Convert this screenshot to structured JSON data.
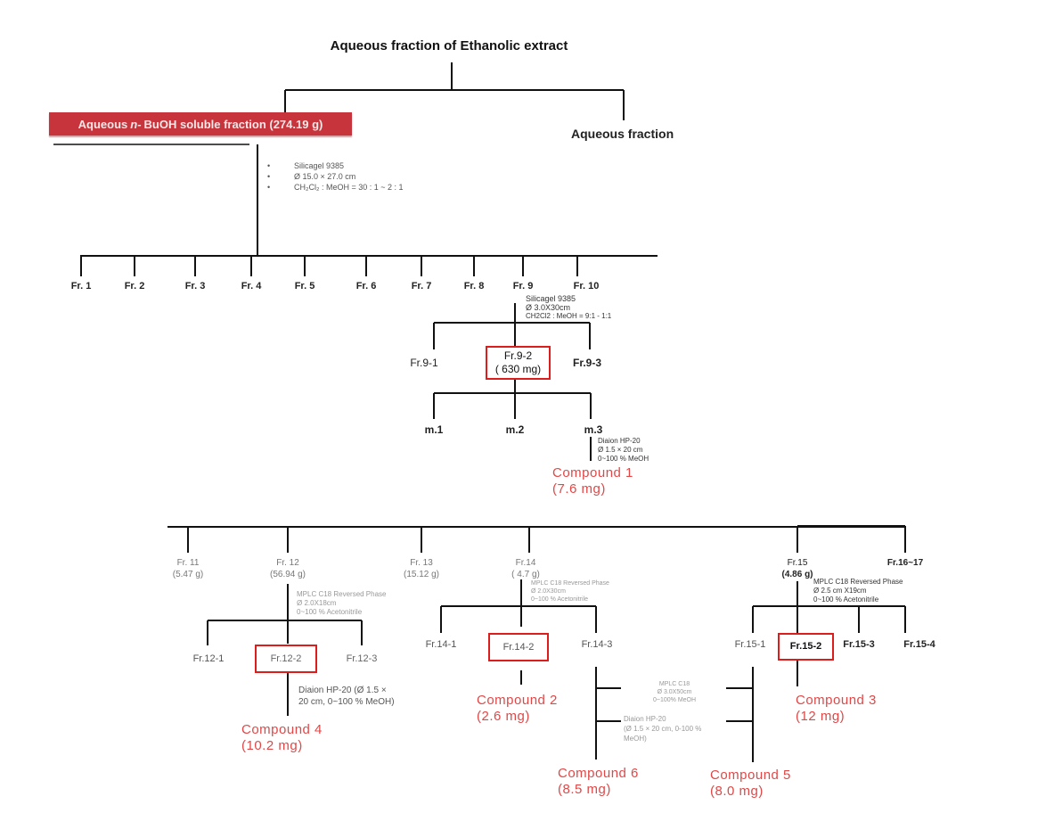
{
  "root": {
    "title": "Aqueous fraction  of Ethanolic extract"
  },
  "level1": {
    "butanol": {
      "prefix": "Aqueous",
      "italic": "n-",
      "suffix": "BuOH soluble fraction  (274.19 g)"
    },
    "aqueous": "Aqueous fraction"
  },
  "column1": {
    "steps": [
      "Silicagel 9385",
      "Ø 15.0 × 27.0 cm",
      "CH₂Cl₂ : MeOH = 30 : 1 ~ 2 : 1"
    ]
  },
  "fractions_top": [
    "Fr. 1",
    "Fr. 2",
    "Fr. 3",
    "Fr. 4",
    "Fr. 5",
    "Fr. 6",
    "Fr. 7",
    "Fr. 8",
    "Fr. 9",
    "Fr. 10"
  ],
  "fr9": {
    "conditions": [
      "Silicagel  9385",
      "Ø 3.0X30cm",
      "CH2Cl2 : MeOH = 9:1 - 1:1"
    ],
    "children": [
      "Fr.9-1",
      "Fr.9-2",
      "Fr.9-3"
    ],
    "highlight_mass": "( 630  mg)",
    "sub": [
      "m.1",
      "m.2",
      "m.3"
    ],
    "m3_conditions": [
      "Diaion  HP-20",
      "Ø 1.5 × 20 cm",
      "0~100 % MeOH"
    ]
  },
  "compounds": {
    "c1": {
      "name": "Compound 1",
      "mass": "(7.6 mg)"
    },
    "c2": {
      "name": "Compound  2",
      "mass": "(2.6 mg)"
    },
    "c3": {
      "name": "Compound  3",
      "mass": "(12 mg)"
    },
    "c4": {
      "name": "Compound  4",
      "mass": "(10.2 mg)"
    },
    "c5": {
      "name": "Compound  5",
      "mass": "(8.0 mg)"
    },
    "c6": {
      "name": "Compound  6",
      "mass": "(8.5 mg)"
    }
  },
  "fractions_bottom": [
    {
      "name": "Fr. 11",
      "mass": "(5.47 g)"
    },
    {
      "name": "Fr. 12",
      "mass": "(56.94 g)"
    },
    {
      "name": "Fr. 13",
      "mass": "(15.12 g)"
    },
    {
      "name": "Fr.14",
      "mass": "( 4.7 g)"
    },
    {
      "name": "Fr.15",
      "mass": "(4.86 g)"
    },
    {
      "name": "Fr.16~17",
      "mass": ""
    }
  ],
  "fr12": {
    "conditions": [
      "MPLC C18 Reversed  Phase",
      "Ø 2.0X18cm",
      "0~100 % Acetonitrile"
    ],
    "children": [
      "Fr.12-1",
      "Fr.12-2",
      "Fr.12-3"
    ],
    "c4_conditions": [
      "Diaion HP-20  (Ø 1.5 ×",
      "20 cm, 0~100 % MeOH)"
    ]
  },
  "fr14": {
    "conditions": [
      "MPLC C18 Reversed  Phase",
      "Ø 2.0X30cm",
      "0~100 % Acetonitrile"
    ],
    "children": [
      "Fr.14-1",
      "Fr.14-2",
      "Fr.14-3"
    ],
    "link_upper": [
      "MPLC C18",
      "Ø 3.0X50cm",
      "0~100% MeOH"
    ],
    "link_lower": [
      "Diaion HP-20",
      "(Ø 1.5 × 20 cm, 0-100 %",
      "MeOH)"
    ]
  },
  "fr15": {
    "conditions": [
      "MPLC C18  Reversed  Phase",
      "Ø 2.5 cm X19cm",
      "0~100 % Acetonitrile"
    ],
    "children": [
      "Fr.15-1",
      "Fr.15-2",
      "Fr.15-3",
      "Fr.15-4"
    ]
  },
  "colors": {
    "highlight_box": "#dd1c1c",
    "compound_text": "#e04848",
    "banner": "#c8343c"
  }
}
